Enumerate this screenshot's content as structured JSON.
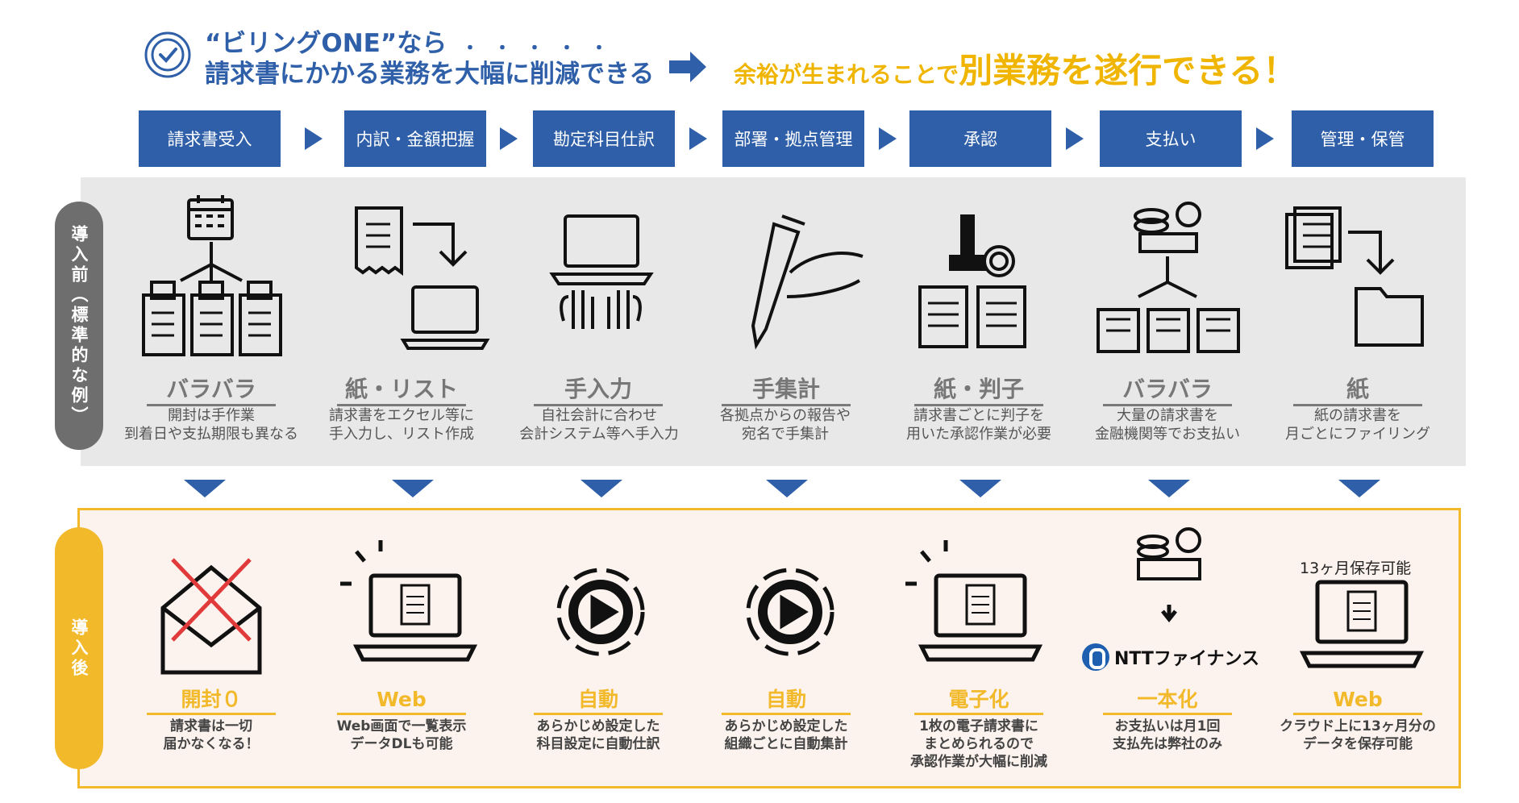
{
  "header": {
    "line1": "“ビリングONE”なら",
    "dots": "・・・・・",
    "line2": "請求書にかかる業務を大幅に削減できる",
    "right_small": "余裕が生まれることで",
    "right_big": "別業務を遂行できる！"
  },
  "steps": [
    "請求書受入",
    "内訳・金額把握",
    "勘定科目仕訳",
    "部署・拠点管理",
    "承認",
    "支払い",
    "管理・保管"
  ],
  "side_labels": {
    "before": "導入前（標準的な例）",
    "after": "導入後"
  },
  "before": [
    {
      "title": "バラバラ",
      "desc1": "開封は手作業",
      "desc2": "到着日や支払期限も異なる"
    },
    {
      "title": "紙・リスト",
      "desc1": "請求書をエクセル等に",
      "desc2": "手入力し、リスト作成"
    },
    {
      "title": "手入力",
      "desc1": "自社会計に合わせ",
      "desc2": "会計システム等へ手入力"
    },
    {
      "title": "手集計",
      "desc1": "各拠点からの報告や",
      "desc2": "宛名で手集計"
    },
    {
      "title": "紙・判子",
      "desc1": "請求書ごとに判子を",
      "desc2": "用いた承認作業が必要"
    },
    {
      "title": "バラバラ",
      "desc1": "大量の請求書を",
      "desc2": "金融機関等でお支払い"
    },
    {
      "title": "紙",
      "desc1": "紙の請求書を",
      "desc2": "月ごとにファイリング"
    }
  ],
  "after": [
    {
      "title": "開封０",
      "desc1": "請求書は一切",
      "desc2": "届かなくなる！",
      "desc3": ""
    },
    {
      "title": "Web",
      "desc1": "Web画面で一覧表示",
      "desc2": "データDLも可能",
      "desc3": ""
    },
    {
      "title": "自動",
      "desc1": "あらかじめ設定した",
      "desc2": "科目設定に自動仕訳",
      "desc3": ""
    },
    {
      "title": "自動",
      "desc1": "あらかじめ設定した",
      "desc2": "組織ごとに自動集計",
      "desc3": ""
    },
    {
      "title": "電子化",
      "desc1": "1枚の電子請求書に",
      "desc2": "まとめられるので",
      "desc3": "承認作業が大幅に削減"
    },
    {
      "title": "一本化",
      "desc1": "お支払いは月1回",
      "desc2": "支払先は弊社のみ",
      "desc3": ""
    },
    {
      "title": "Web",
      "desc1": "クラウド上に13ヶ月分の",
      "desc2": "データを保存可能",
      "desc3": ""
    }
  ],
  "after_extras": {
    "save_label": "13ヶ月保存可能",
    "ntt_name": "NTTファイナンス"
  },
  "colors": {
    "blue": "#2e5fa8",
    "yellow": "#f2b92b",
    "gray_panel": "#e8e8e8",
    "after_bg": "#fdf3ee"
  }
}
